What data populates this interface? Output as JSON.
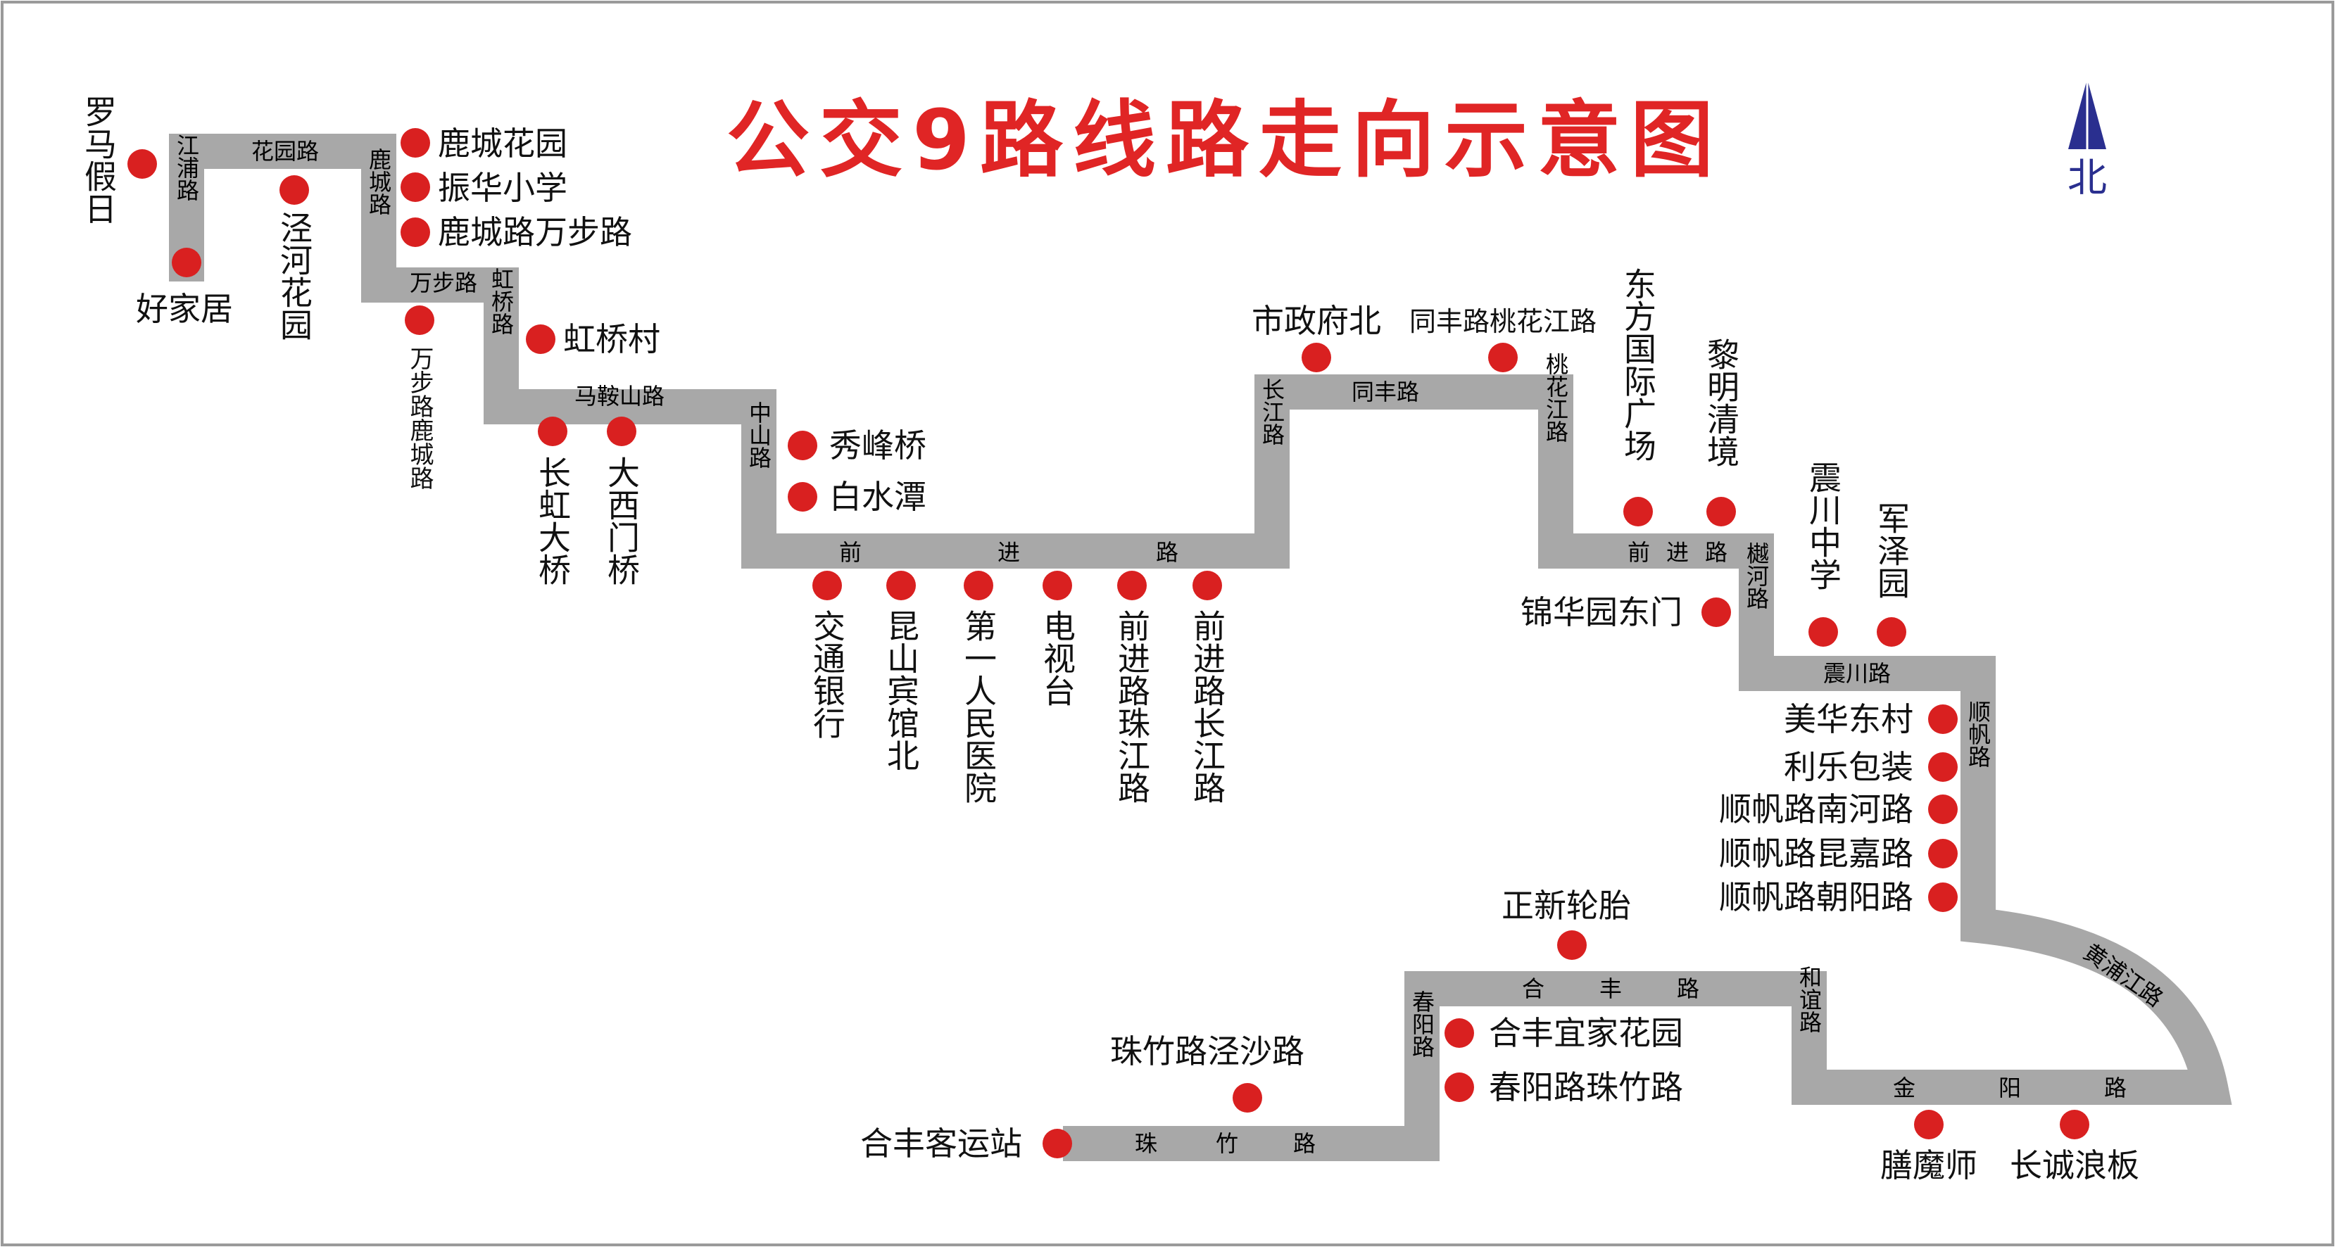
{
  "title": "公交9路线路走向示意图",
  "north_label": "北",
  "colors": {
    "route": "#a8a8a8",
    "stop": "#d92020",
    "title": "#e02525",
    "north": "#2a2f8f"
  },
  "roads": [
    "江浦路",
    "花园路",
    "鹿城路",
    "万步路",
    "虹桥路",
    "马鞍山路",
    "中山路",
    "前",
    "进",
    "路",
    "长江路",
    "同丰路",
    "桃花江路",
    "前",
    "进",
    "路",
    "樾河路",
    "震川路",
    "顺帆路",
    "黄浦江路",
    "金",
    "阳",
    "路",
    "和谊路",
    "合",
    "丰",
    "路",
    "春阳路",
    "珠",
    "竹",
    "路"
  ],
  "stops": [
    "罗马假日",
    "好家居",
    "泾河花园",
    "鹿城花园",
    "振华小学",
    "鹿城路万步路",
    "万步路鹿城路",
    "虹桥村",
    "长虹大桥",
    "大西门桥",
    "秀峰桥",
    "白水潭",
    "交通银行",
    "昆山宾馆北",
    "第一人民医院",
    "电视台",
    "前进路珠江路",
    "前进路长江路",
    "市政府北",
    "同丰路桃花江路",
    "东方国际广场",
    "黎明清境",
    "锦华园东门",
    "震川中学",
    "军泽园",
    "美华东村",
    "利乐包装",
    "顺帆路南河路",
    "顺帆路昆嘉路",
    "顺帆路朝阳路",
    "正新轮胎",
    "合丰宜家花园",
    "春阳路珠竹路",
    "珠竹路泾沙路",
    "合丰客运站",
    "膳魔师",
    "长诚浪板"
  ]
}
